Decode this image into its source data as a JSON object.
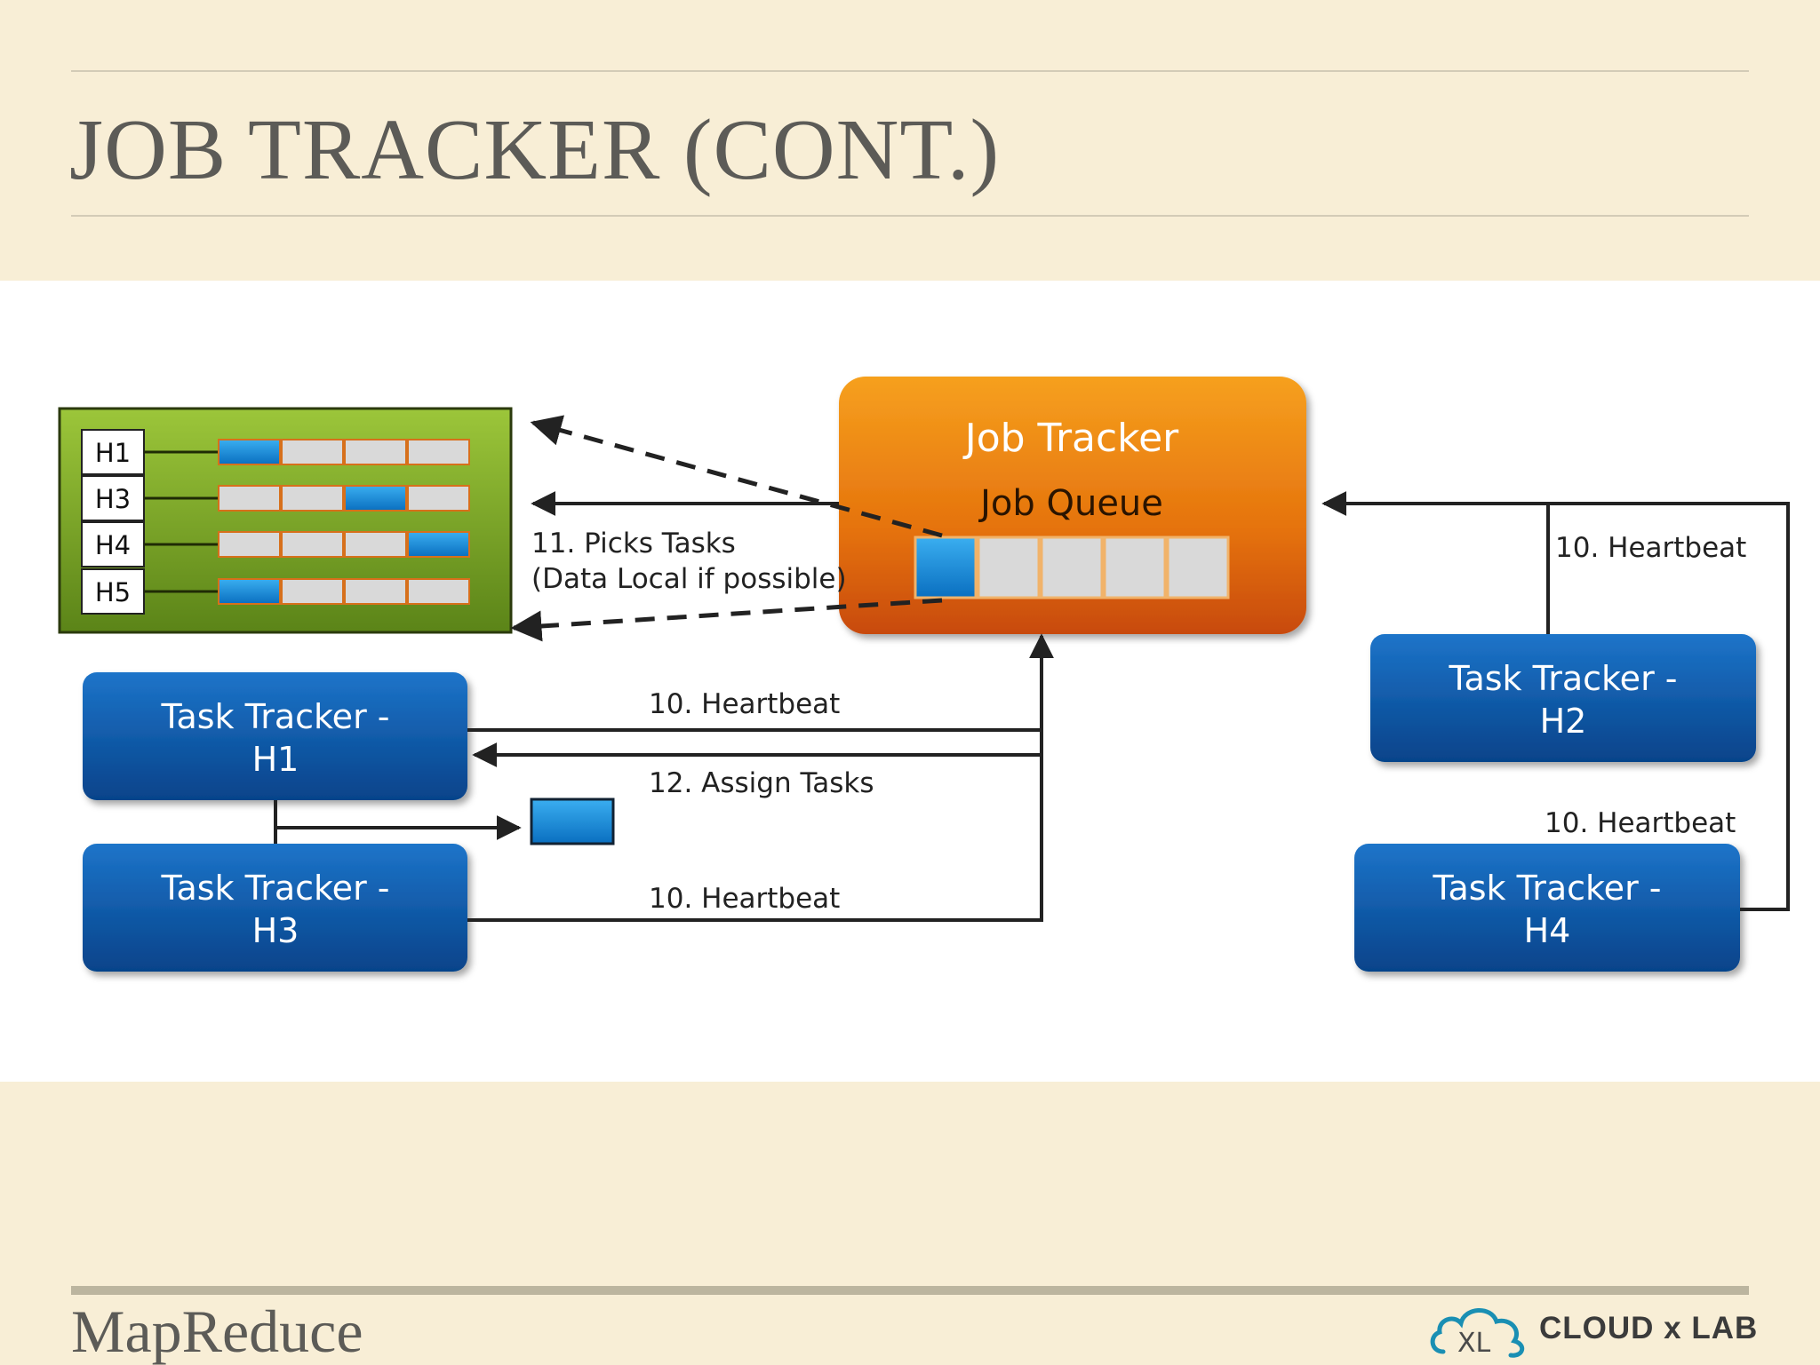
{
  "slide": {
    "title": "JOB TRACKER (CONT.)",
    "footer_title": "MapReduce"
  },
  "logo": {
    "text": "CLOUD x LAB",
    "icon_text": "XL",
    "icon": "cloud-icon"
  },
  "diagram": {
    "job_tracker": {
      "title": "Job Tracker",
      "queue_label": "Job Queue",
      "queue_slots": 5,
      "filled_slot": 1
    },
    "host_table": {
      "rows": [
        {
          "host": "H1",
          "highlighted_slot": 1
        },
        {
          "host": "H3",
          "highlighted_slot": 3
        },
        {
          "host": "H4",
          "highlighted_slot": 4
        },
        {
          "host": "H5",
          "highlighted_slot": 1
        }
      ]
    },
    "task_trackers": [
      {
        "line1": "Task Tracker -",
        "line2": "H1"
      },
      {
        "line1": "Task Tracker -",
        "line2": "H3"
      },
      {
        "line1": "Task Tracker -",
        "line2": "H2"
      },
      {
        "line1": "Task Tracker -",
        "line2": "H4"
      }
    ],
    "edge_labels": {
      "picks_tasks": "11. Picks Tasks",
      "data_local": "(Data Local if possible)",
      "heartbeat_h1": "10. Heartbeat",
      "assign_tasks": "12. Assign Tasks",
      "heartbeat_h3": "10. Heartbeat",
      "heartbeat_h2": "10. Heartbeat",
      "heartbeat_h4": "10. Heartbeat"
    },
    "colors": {
      "host_panel": "#6f9a22",
      "job_tracker": "#e8740d",
      "task_tracker": "#0c57a3",
      "task_block": "#1a8ee0",
      "empty_slot": "#d9d9d9"
    }
  }
}
